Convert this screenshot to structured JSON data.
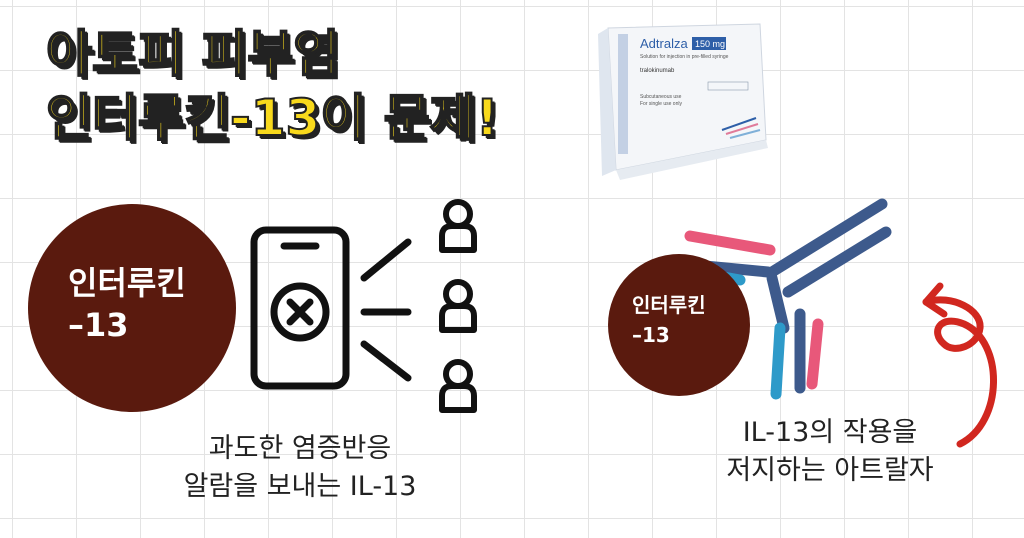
{
  "headline": {
    "line1": "아토피 피부염",
    "line2": "인터루킨-13이 문제!"
  },
  "product_box": {
    "brand": "Adtralza",
    "dose": "150 mg",
    "form": "Solution for injection in pre-filled syringe",
    "generic": "tralokinumab",
    "route": "Subcutaneous use",
    "use": "For single use only"
  },
  "left_circle": {
    "line1": "인터루킨",
    "line2": "–13"
  },
  "right_circle": {
    "line1": "인터루킨",
    "line2": "–13"
  },
  "left_caption": {
    "line1": "과도한 염증반응",
    "line2": "알람을 보내는 IL-13"
  },
  "right_caption": {
    "line1": "IL-13의 작용을",
    "line2": "저지하는 아트랄자"
  },
  "icons": {
    "phone": "phone-alert-icon",
    "people": "person-icon",
    "antibody": "antibody-icon",
    "arrow": "curved-arrow-icon"
  },
  "colors": {
    "headline_fill": "#f8d91c",
    "circle_fill": "#5a1a0e",
    "antibody_dark": "#3d5a8c",
    "antibody_light": "#2e9ac9",
    "antigen_pink": "#e8587a",
    "arrow_red": "#d1271f"
  }
}
